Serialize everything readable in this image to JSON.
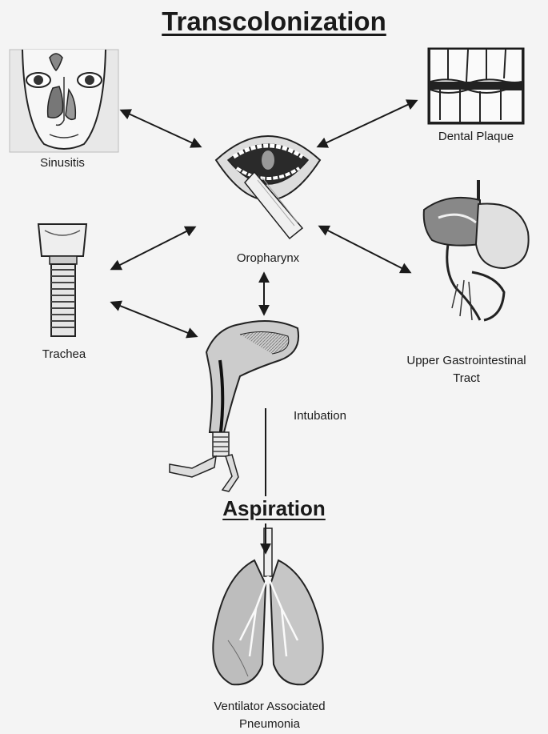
{
  "title": "Transcolonization",
  "nodes": {
    "sinusitis": {
      "label": "Sinusitis",
      "icon": "face-sinus-icon"
    },
    "dental_plaque": {
      "label": "Dental Plaque",
      "icon": "teeth-icon"
    },
    "oropharynx": {
      "label": "Oropharynx",
      "icon": "open-mouth-icon"
    },
    "trachea": {
      "label": "Trachea",
      "icon": "trachea-icon"
    },
    "upper_gi": {
      "label_line1": "Upper Gastrointestinal",
      "label_line2": "Tract",
      "icon": "stomach-liver-icon"
    },
    "intubation": {
      "label": "Intubation",
      "icon": "airway-cross-section-icon"
    },
    "vap": {
      "label_line1": "Ventilator Associated",
      "label_line2": "Pneumonia",
      "icon": "lungs-icon"
    }
  },
  "aspiration": "Aspiration",
  "connections": [
    {
      "from": "sinusitis",
      "to": "oropharynx",
      "type": "bidirectional"
    },
    {
      "from": "dental_plaque",
      "to": "oropharynx",
      "type": "bidirectional"
    },
    {
      "from": "trachea",
      "to": "oropharynx",
      "type": "bidirectional"
    },
    {
      "from": "upper_gi",
      "to": "oropharynx",
      "type": "bidirectional"
    },
    {
      "from": "oropharynx",
      "to": "intubation",
      "type": "bidirectional"
    },
    {
      "from": "trachea",
      "to": "intubation",
      "type": "bidirectional"
    },
    {
      "from": "intubation",
      "to": "vap",
      "type": "directed"
    }
  ],
  "colors": {
    "ink": "#1a1a1a",
    "background": "#f4f4f4",
    "tissue": "#d9d9d9",
    "dark_tissue": "#555555"
  }
}
